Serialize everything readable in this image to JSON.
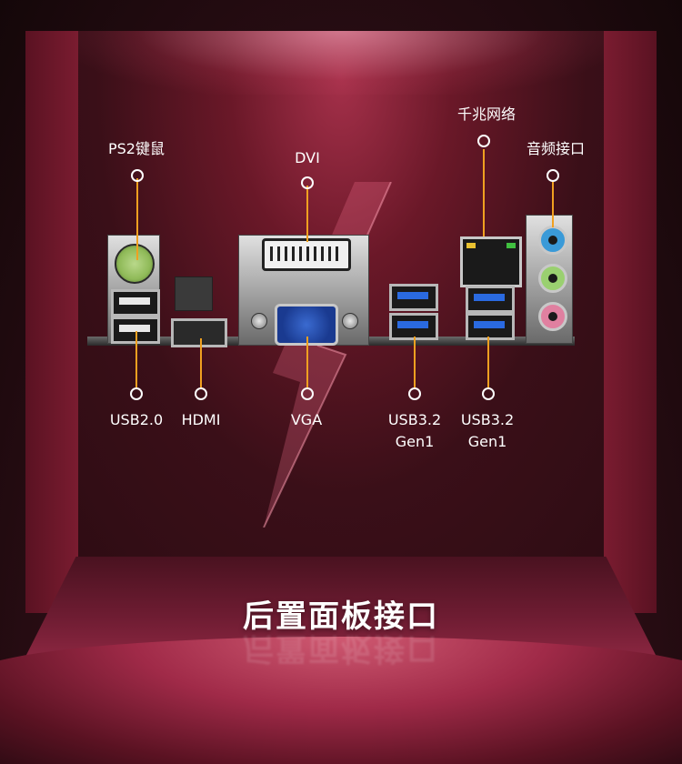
{
  "title": "后置面板接口",
  "callouts": {
    "ps2": "PS2键鼠",
    "dvi": "DVI",
    "lan": "千兆网络",
    "audio": "音频接口",
    "usb20": "USB2.0",
    "hdmi": "HDMI",
    "vga": "VGA",
    "usb32_a_line1": "USB3.2",
    "usb32_a_line2": "Gen1",
    "usb32_b_line1": "USB3.2",
    "usb32_b_line2": "Gen1"
  },
  "colors": {
    "accent_line": "#f0a020",
    "background": "#2a0b12",
    "glow": "#c23a55"
  }
}
